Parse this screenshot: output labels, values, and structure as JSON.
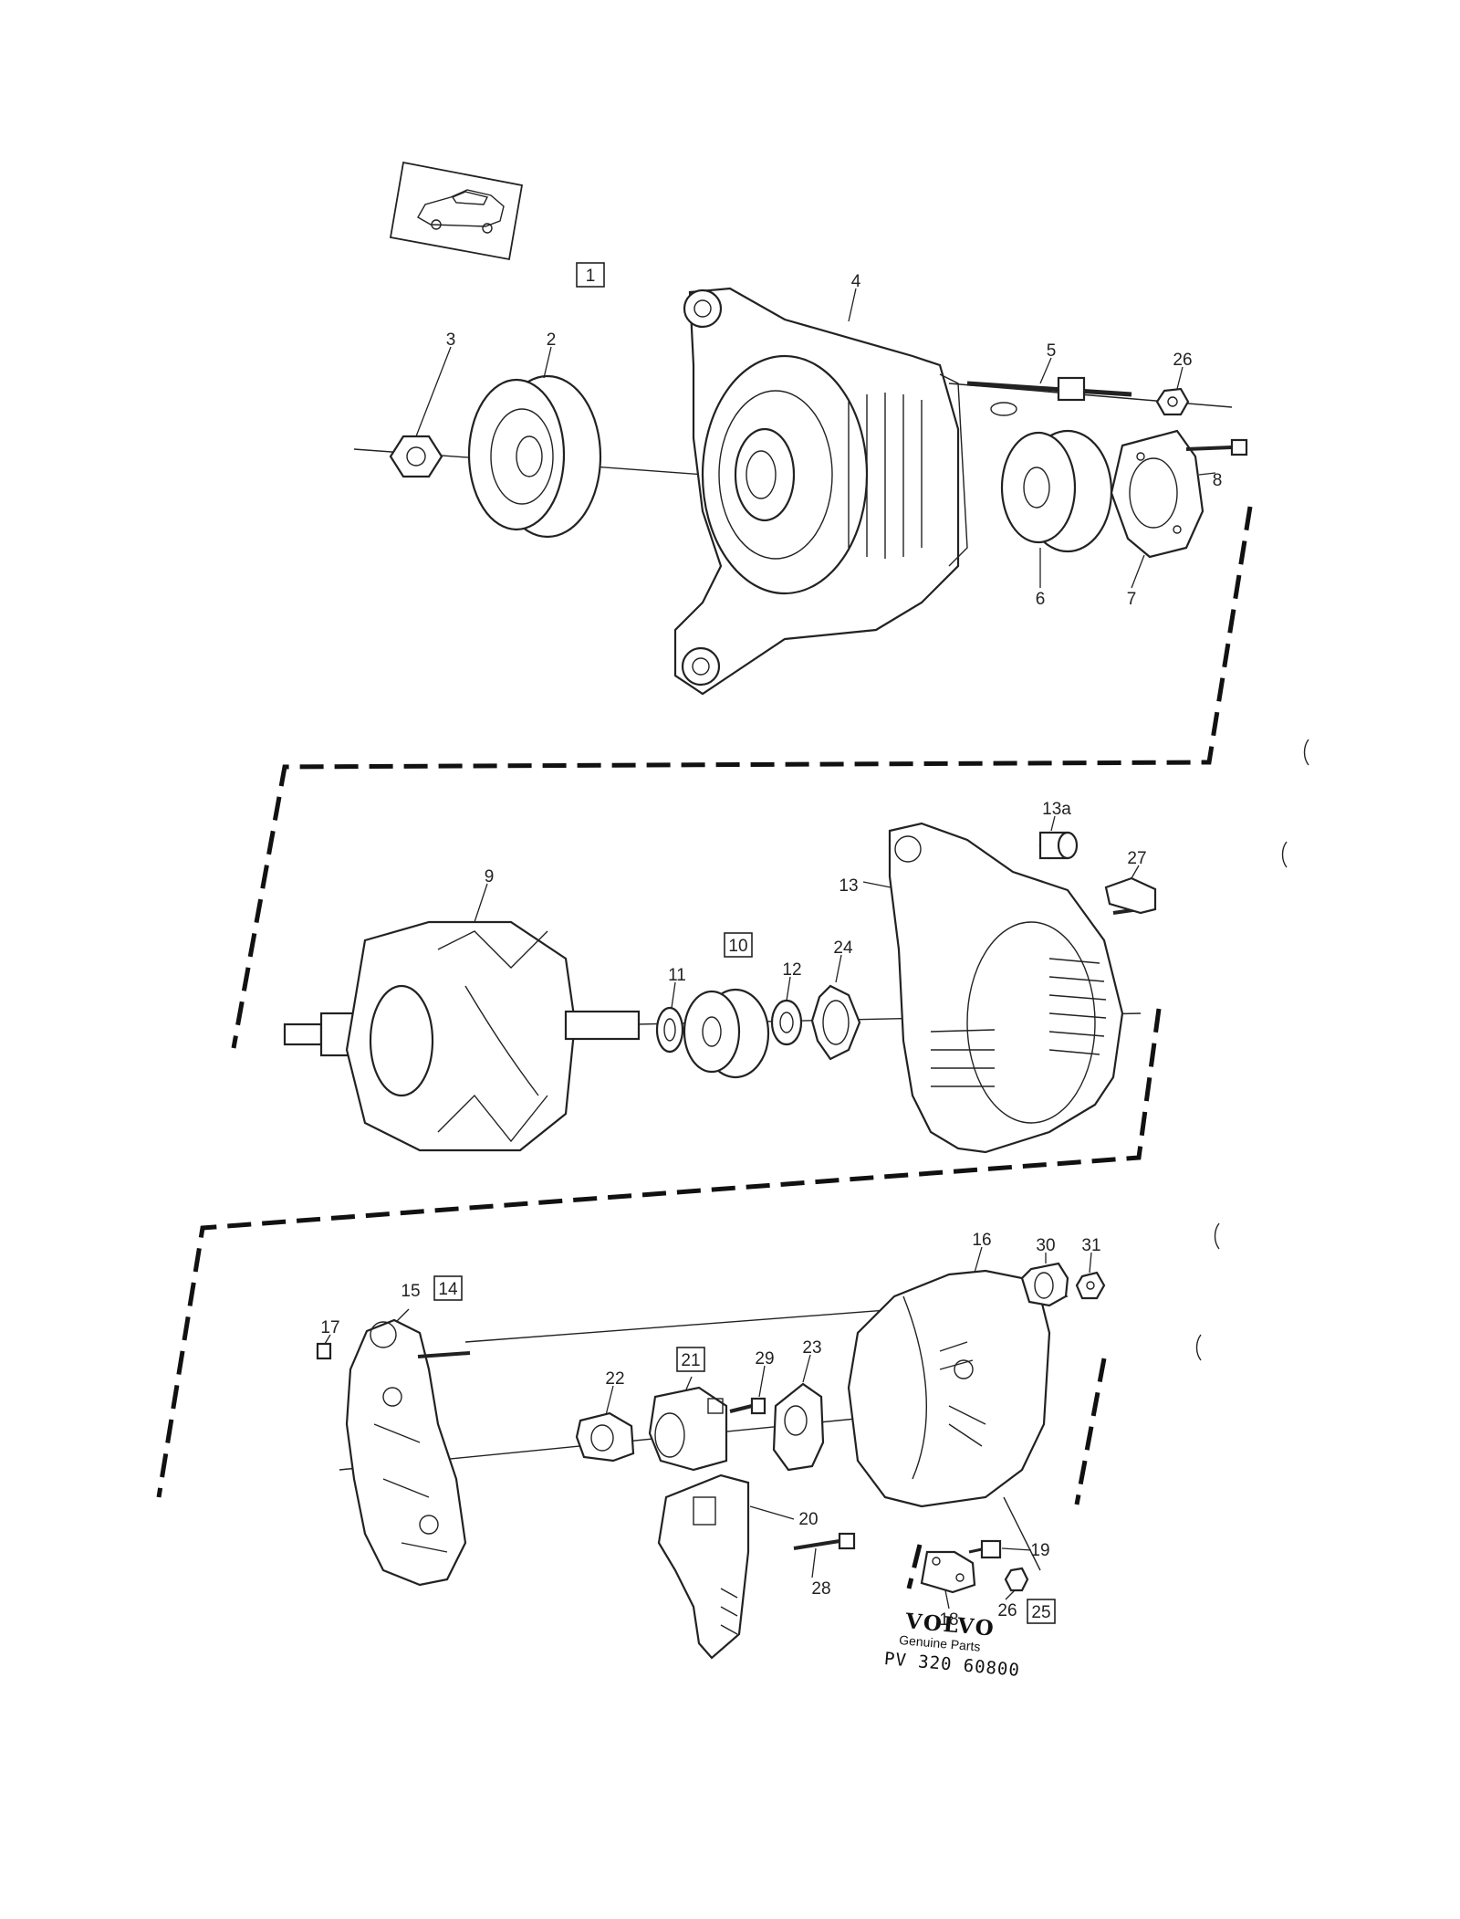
{
  "callouts": {
    "c1": "1",
    "c2": "2",
    "c3": "3",
    "c4": "4",
    "c5": "5",
    "c6": "6",
    "c7": "7",
    "c8": "8",
    "c9": "9",
    "c10": "10",
    "c11": "11",
    "c12": "12",
    "c13": "13",
    "c13a": "13a",
    "c14": "14",
    "c15": "15",
    "c16": "16",
    "c17": "17",
    "c18": "18",
    "c19": "19",
    "c20": "20",
    "c21": "21",
    "c22": "22",
    "c23": "23",
    "c24": "24",
    "c25": "25",
    "c26a": "26",
    "c26b": "26",
    "c27": "27",
    "c28": "28",
    "c29": "29",
    "c30": "30",
    "c31": "31"
  },
  "branding": {
    "logo_text": "VOLVO",
    "tagline": "Genuine Parts",
    "part_number": "PV 320 60800"
  }
}
